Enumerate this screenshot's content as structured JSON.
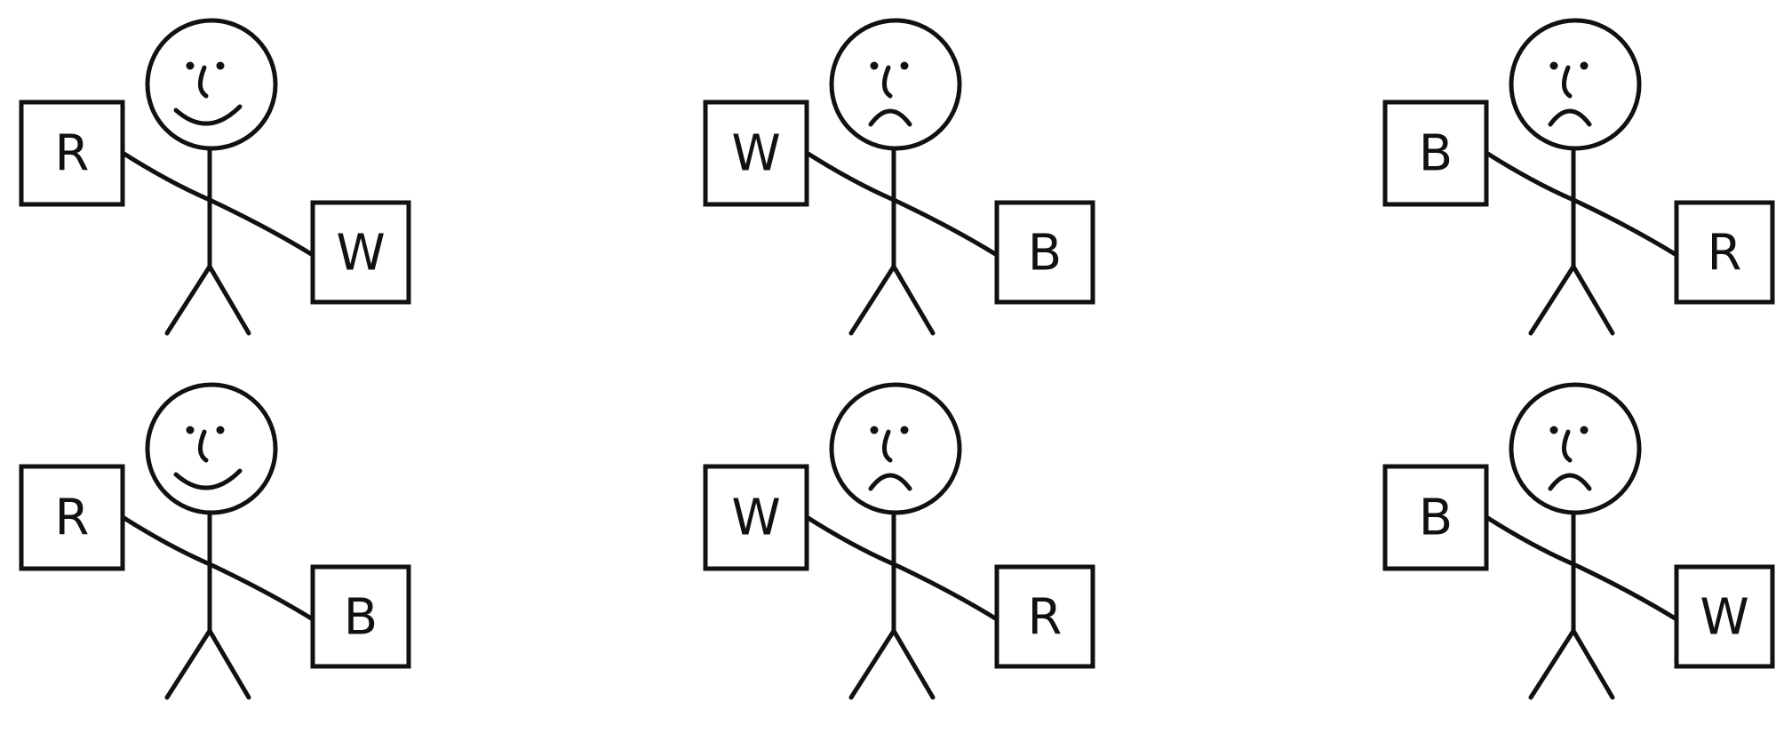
{
  "figures": [
    {
      "mood": "happy",
      "left_card": "R",
      "right_card": "W"
    },
    {
      "mood": "sad",
      "left_card": "W",
      "right_card": "B"
    },
    {
      "mood": "sad",
      "left_card": "B",
      "right_card": "R"
    },
    {
      "mood": "happy",
      "left_card": "R",
      "right_card": "B"
    },
    {
      "mood": "sad",
      "left_card": "W",
      "right_card": "R"
    },
    {
      "mood": "sad",
      "left_card": "B",
      "right_card": "W"
    }
  ],
  "colors": {
    "ink": "#111111",
    "background": "#ffffff"
  }
}
